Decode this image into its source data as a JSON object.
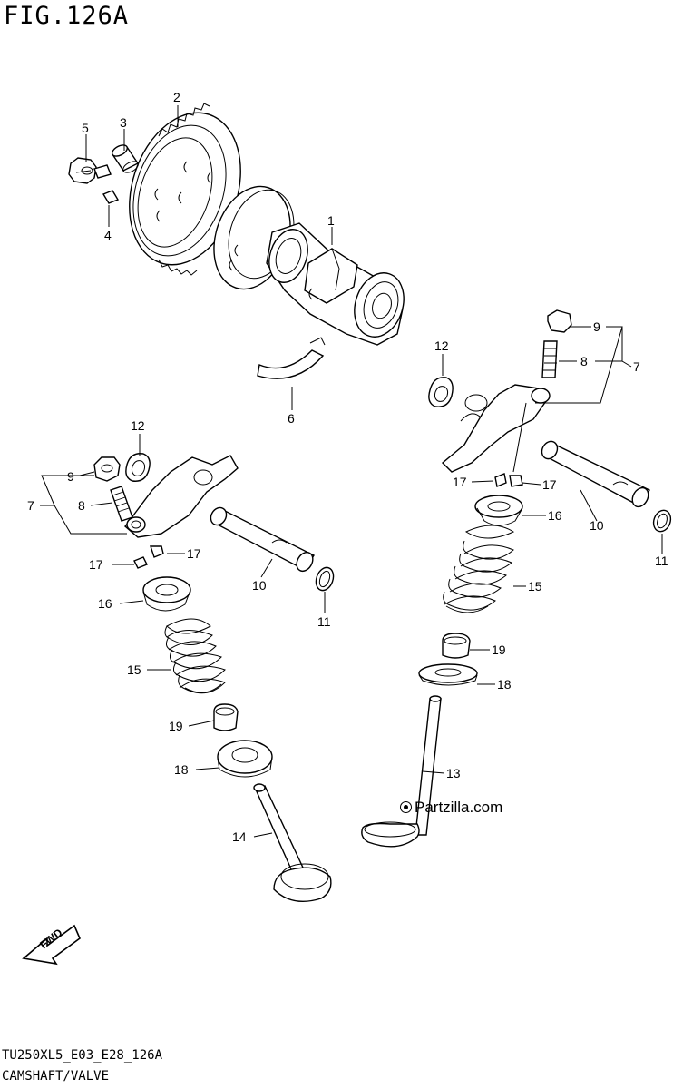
{
  "figure": {
    "title": "FIG.126A",
    "footer_line1": "TU250XL5_E03_E28_126A",
    "footer_line2": "CAMSHAFT/VALVE",
    "watermark": "Partzilla.com",
    "fwd_label": "FWD"
  },
  "callouts": [
    {
      "id": "c2",
      "text": "2"
    },
    {
      "id": "c3",
      "text": "3"
    },
    {
      "id": "c5",
      "text": "5"
    },
    {
      "id": "c4",
      "text": "4"
    },
    {
      "id": "c1",
      "text": "1"
    },
    {
      "id": "c6",
      "text": "6"
    },
    {
      "id": "c12a",
      "text": "12"
    },
    {
      "id": "c9a",
      "text": "9"
    },
    {
      "id": "c8a",
      "text": "8"
    },
    {
      "id": "c7a",
      "text": "7"
    },
    {
      "id": "c17a",
      "text": "17"
    },
    {
      "id": "c17b",
      "text": "17"
    },
    {
      "id": "c10a",
      "text": "10"
    },
    {
      "id": "c11a",
      "text": "11"
    },
    {
      "id": "c16a",
      "text": "16"
    },
    {
      "id": "c15a",
      "text": "15"
    },
    {
      "id": "c19a",
      "text": "19"
    },
    {
      "id": "c18a",
      "text": "18"
    },
    {
      "id": "c14",
      "text": "14"
    },
    {
      "id": "c12b",
      "text": "12"
    },
    {
      "id": "c9b",
      "text": "9"
    },
    {
      "id": "c8b",
      "text": "8"
    },
    {
      "id": "c7b",
      "text": "7"
    },
    {
      "id": "c17c",
      "text": "17"
    },
    {
      "id": "c17d",
      "text": "17"
    },
    {
      "id": "c10b",
      "text": "10"
    },
    {
      "id": "c11b",
      "text": "11"
    },
    {
      "id": "c16b",
      "text": "16"
    },
    {
      "id": "c15b",
      "text": "15"
    },
    {
      "id": "c19b",
      "text": "19"
    },
    {
      "id": "c18b",
      "text": "18"
    },
    {
      "id": "c13",
      "text": "13"
    }
  ]
}
